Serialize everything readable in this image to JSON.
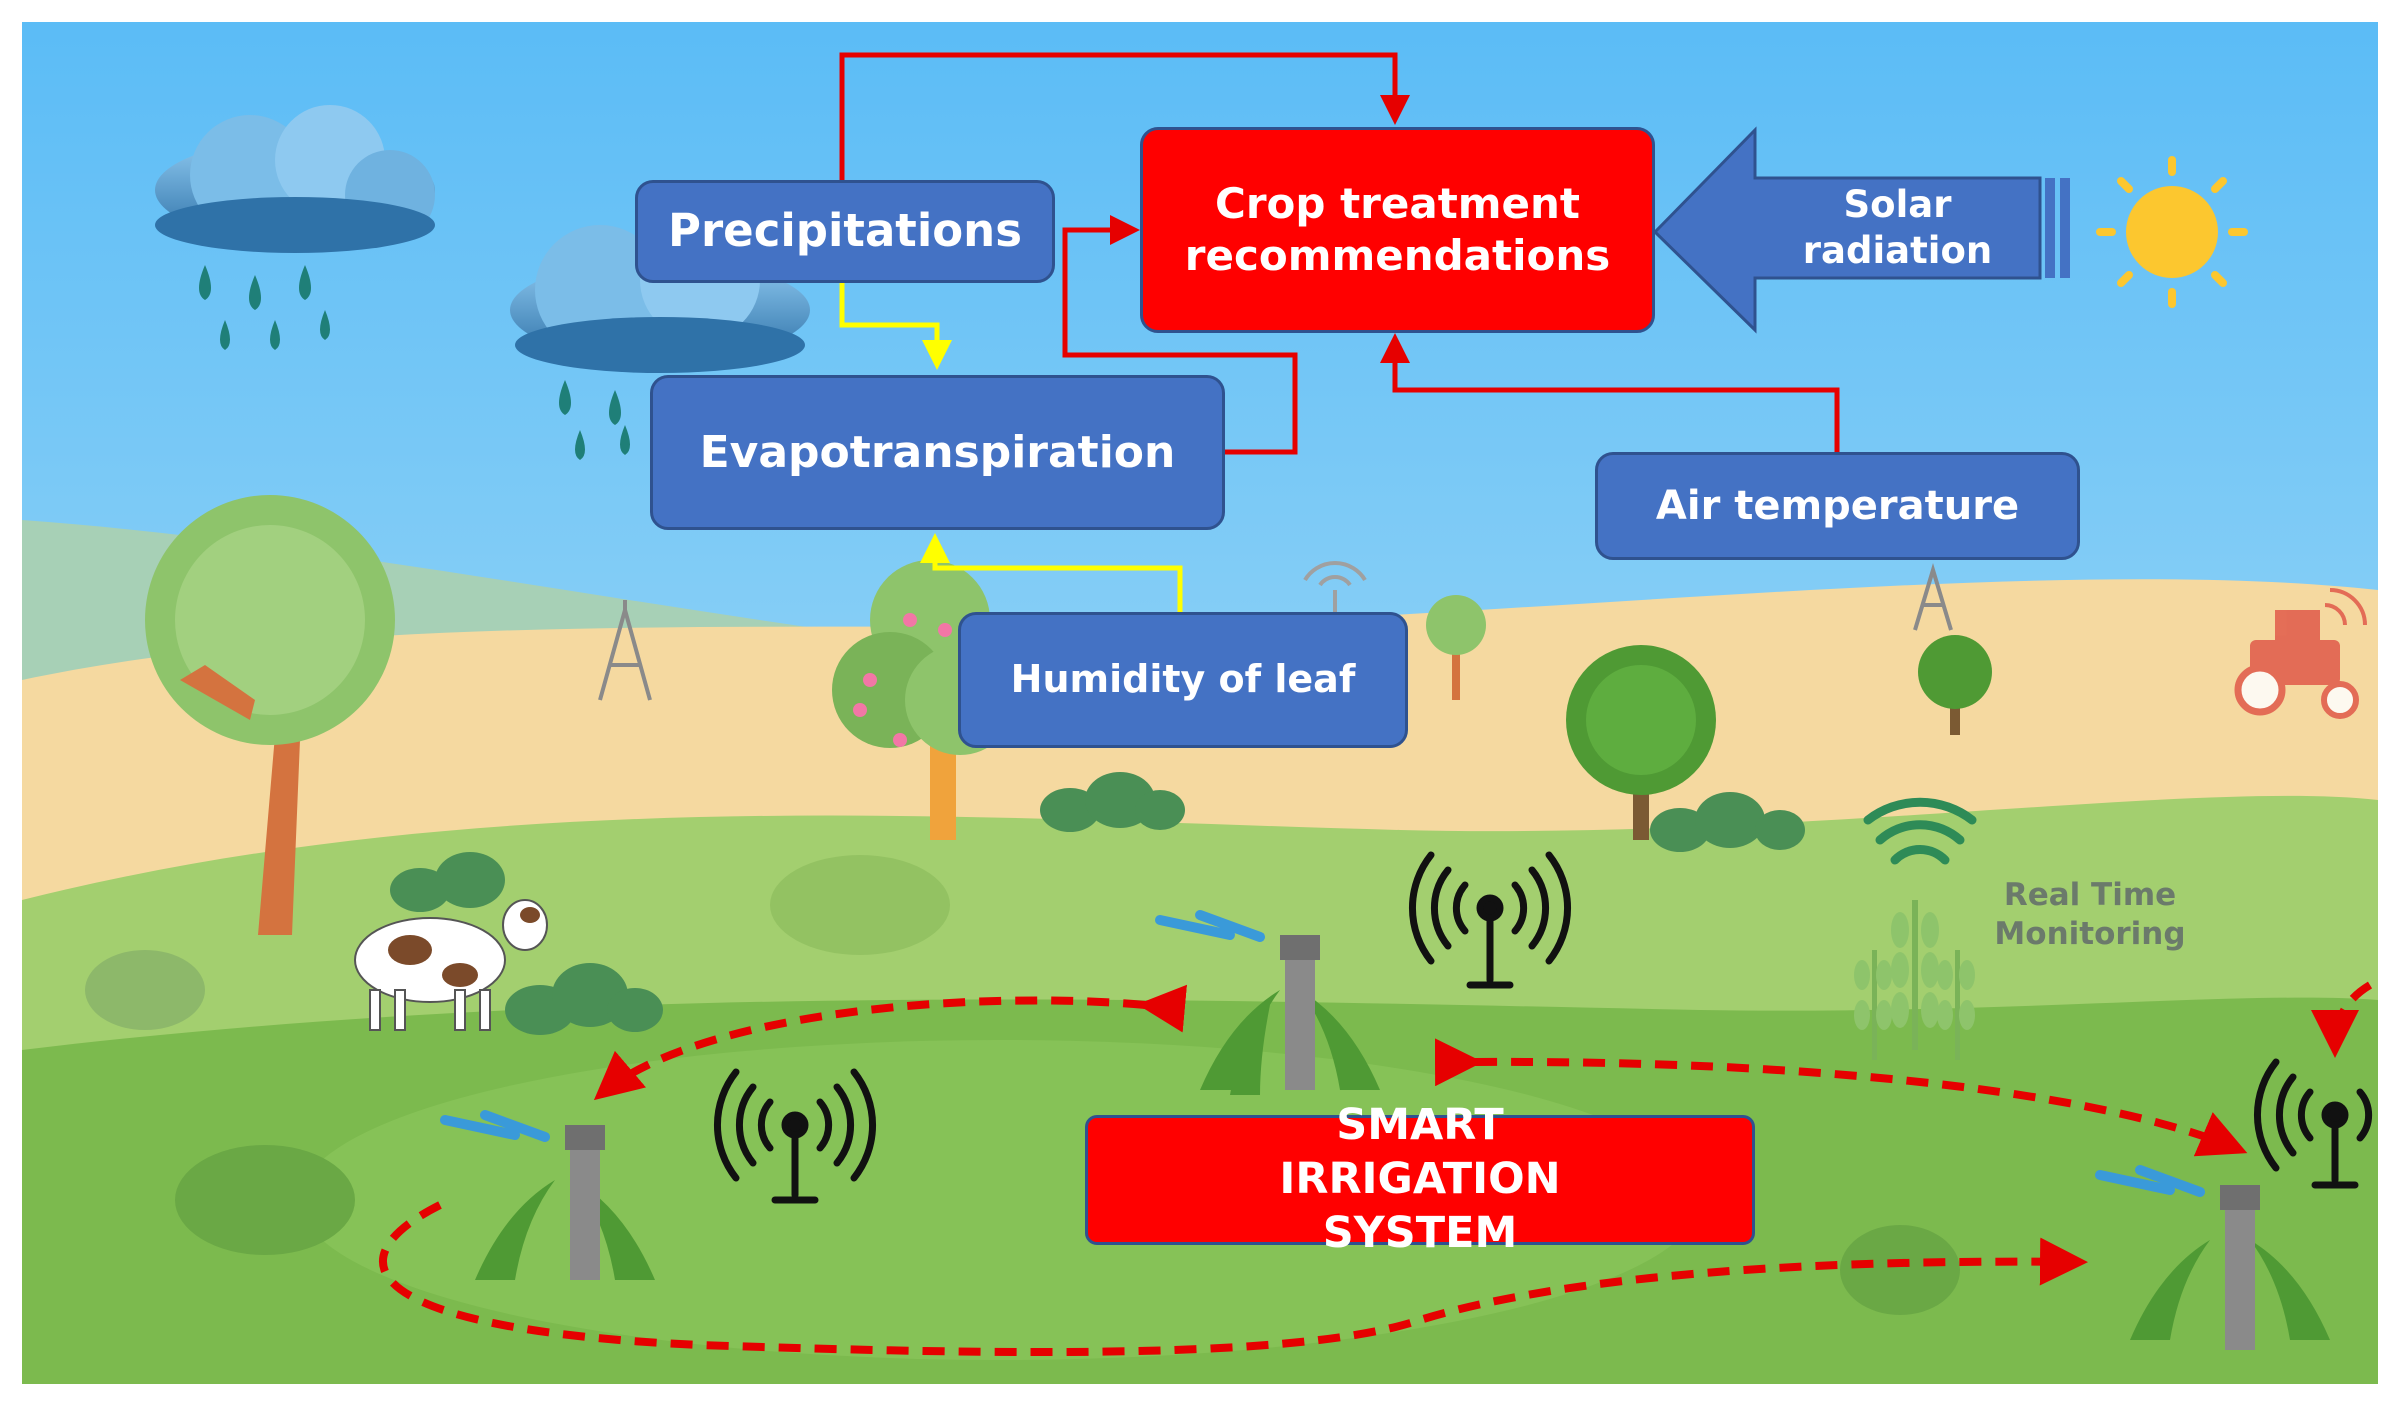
{
  "nodes": {
    "crop_treatment": "Crop treatment recommendations",
    "precipitations": "Precipitations",
    "evapotranspiration": "Evapotranspiration",
    "humidity_of_leaf": "Humidity of leaf",
    "solar_radiation": "Solar radiation",
    "air_temperature": "Air temperature",
    "smart_irrigation": "SMART IRRIGATION SYSTEM"
  },
  "labels": {
    "real_time_monitoring": "Real Time Monitoring"
  },
  "colors": {
    "box_blue": "#4472c4",
    "box_red": "#ff0000",
    "arrow_red": "#e60000",
    "arrow_yellow": "#ffff00",
    "sky": "#8fd0f5",
    "field": "#7cba4e"
  },
  "icons": [
    "rain-cloud-icon",
    "sun-icon",
    "tree-icon",
    "cow-icon",
    "tractor-icon",
    "antenna-icon",
    "sprinkler-icon",
    "wifi-icon",
    "wheat-icon",
    "tower-icon"
  ]
}
